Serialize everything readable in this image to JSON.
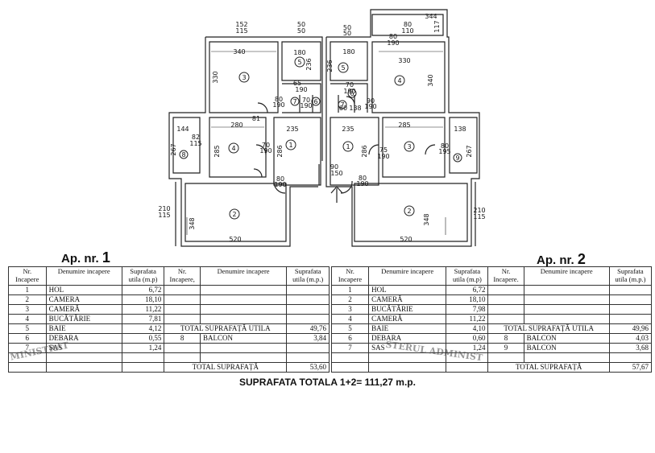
{
  "plan": {
    "dims_left": [
      "152",
      "115",
      "50",
      "50",
      "340",
      "180",
      "330",
      "236",
      "65",
      "190",
      "80",
      "190",
      "70",
      "190",
      "81",
      "144",
      "280",
      "235",
      "82",
      "115",
      "267",
      "285",
      "286",
      "70",
      "190",
      "80",
      "190",
      "210",
      "115",
      "348",
      "520"
    ],
    "dims_right": [
      "344",
      "80",
      "110",
      "117",
      "50",
      "50",
      "180",
      "236",
      "330",
      "340",
      "80",
      "190",
      "70",
      "190",
      "90",
      "190",
      "60",
      "138",
      "235",
      "285",
      "138",
      "286",
      "75",
      "190",
      "80",
      "195",
      "267",
      "90",
      "150",
      "80",
      "190",
      "210",
      "115",
      "348",
      "520"
    ],
    "room_numbers_left": [
      "3",
      "5",
      "7",
      "6",
      "4",
      "1",
      "8",
      "2"
    ],
    "room_numbers_right": [
      "5",
      "4",
      "6",
      "7",
      "1",
      "3",
      "9",
      "2"
    ]
  },
  "ap1": {
    "title_prefix": "Ap. nr.",
    "title_number": "1",
    "headers": {
      "nr": "Nr.",
      "nr2": "Incapere",
      "den": "Denumire incapere",
      "sup": "Suprafata",
      "sup2": "utila (m.p)",
      "nr_b": "Nr.",
      "nr_b2": "Incapere,",
      "den_b": "Denumire incapere",
      "sup_b": "Suprafata",
      "sup_b2": "utila (m.p.)"
    },
    "rows": [
      {
        "nr": "1",
        "name": "HOL",
        "area": "6,72"
      },
      {
        "nr": "2",
        "name": "CAMERA",
        "area": "18,10"
      },
      {
        "nr": "3",
        "name": "CAMERĂ",
        "area": "11,22"
      },
      {
        "nr": "4",
        "name": "BUCĂTĂRIE",
        "area": "7,81"
      },
      {
        "nr": "5",
        "name": "BAIE",
        "area": "4,12"
      },
      {
        "nr": "6",
        "name": "DEBARA",
        "area": "0,55"
      },
      {
        "nr": "7",
        "name": "SAS",
        "area": "1,24"
      }
    ],
    "total_util_label": "TOTAL SUPRAFAȚĂ UTILA",
    "total_util_value": "49,76",
    "balcon_nr": "8",
    "balcon_label": "BALCON",
    "balcon_value": "3,84",
    "total_label": "TOTAL SUPRAFAȚĂ",
    "total_value": "53,60"
  },
  "ap2": {
    "title_prefix": "Ap. nr.",
    "title_number": "2",
    "headers": {
      "nr": "Nr.",
      "nr2": "Incapere",
      "den": "Denumire incapere",
      "sup": "Suprafata",
      "sup2": "utila (m.p)",
      "nr_b": "Nr.",
      "nr_b2": "Incapere.",
      "den_b": "Denumire incapere",
      "sup_b": "Suprafata",
      "sup_b2": "utila (m.p.)"
    },
    "rows": [
      {
        "nr": "1",
        "name": "HOL",
        "area": "6,72"
      },
      {
        "nr": "2",
        "name": "CAMERĂ",
        "area": "18,10"
      },
      {
        "nr": "3",
        "name": "BUCĂTĂRIE",
        "area": "7,98"
      },
      {
        "nr": "4",
        "name": "CAMERĂ",
        "area": "11,22"
      },
      {
        "nr": "5",
        "name": "BAIE",
        "area": "4,10"
      },
      {
        "nr": "6",
        "name": "DEBARA",
        "area": "0,60"
      },
      {
        "nr": "7",
        "name": "SAS",
        "area": "1,24"
      }
    ],
    "total_util_label": "TOTAL SUPRAFAȚĂ UTILA",
    "total_util_value": "49,96",
    "balcon8_nr": "8",
    "balcon8_label": "BALCON",
    "balcon8_value": "4,03",
    "balcon9_nr": "9",
    "balcon9_label": "BALCON",
    "balcon9_value": "3,68",
    "total_label": "TOTAL SUPRAFAȚĂ",
    "total_value": "57,67"
  },
  "stamp_left": "MINISTRAT",
  "stamp_right": "STERUL ADMINIST",
  "total_line": "SUPRAFATA TOTALA 1+2= 111,27 m.p."
}
